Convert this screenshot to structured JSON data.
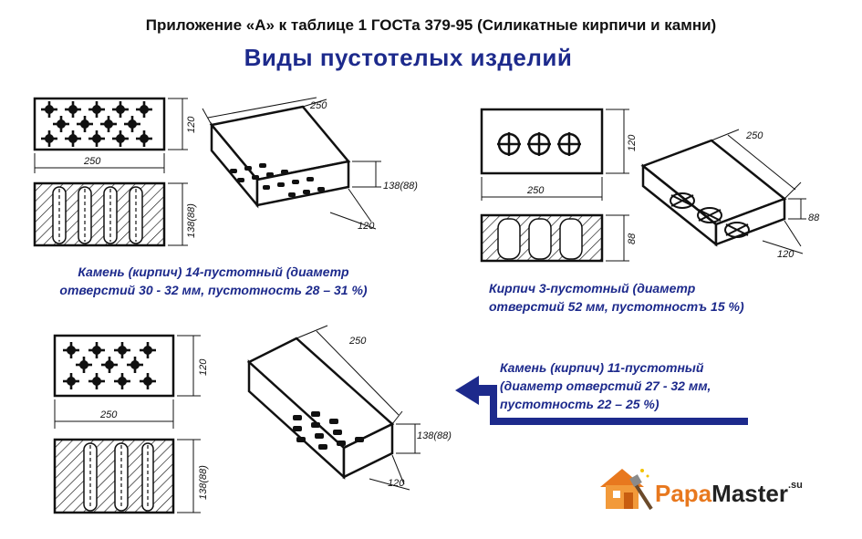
{
  "header": {
    "title": "Приложение «А» к таблице 1 ГОСТа 379-95 (Силикатные кирпичи и камни)",
    "subtitle": "Виды пустотелых изделий"
  },
  "drawings": {
    "brick14": {
      "caption_line1": "Камень (кирпич) 14-пустотный (диаметр",
      "caption_line2": "отверстий 30 - 32 мм, пустотность 28 – 31 %)",
      "dim_length": "250",
      "dim_height": "120",
      "dim_section": "138(88)",
      "iso_length": "250",
      "iso_height": "138(88)",
      "iso_width": "120"
    },
    "brick3": {
      "caption_line1": "Кирпич 3-пустотный (диаметр",
      "caption_line2": "отверстий 52 мм, пустотностъ 15 %)",
      "dim_length": "250",
      "dim_height": "120",
      "dim_section": "88",
      "iso_length": "250",
      "iso_height": "88",
      "iso_width": "120"
    },
    "brick11": {
      "caption_line1": "Камень (кирпич) 11-пустотный",
      "caption_line2": "(диаметр отверстий 27 - 32 мм,",
      "caption_line3": "пустотность 22 – 25 %)",
      "dim_length": "250",
      "dim_height": "120",
      "dim_section": "138(88)",
      "iso_length": "250",
      "iso_height": "138(88)",
      "iso_width": "120"
    }
  },
  "logo": {
    "brand_a": "Papa",
    "brand_b": "Master",
    "tld": ".su"
  },
  "colors": {
    "accent_blue": "#1d2a8c",
    "logo_orange": "#e8781e"
  }
}
